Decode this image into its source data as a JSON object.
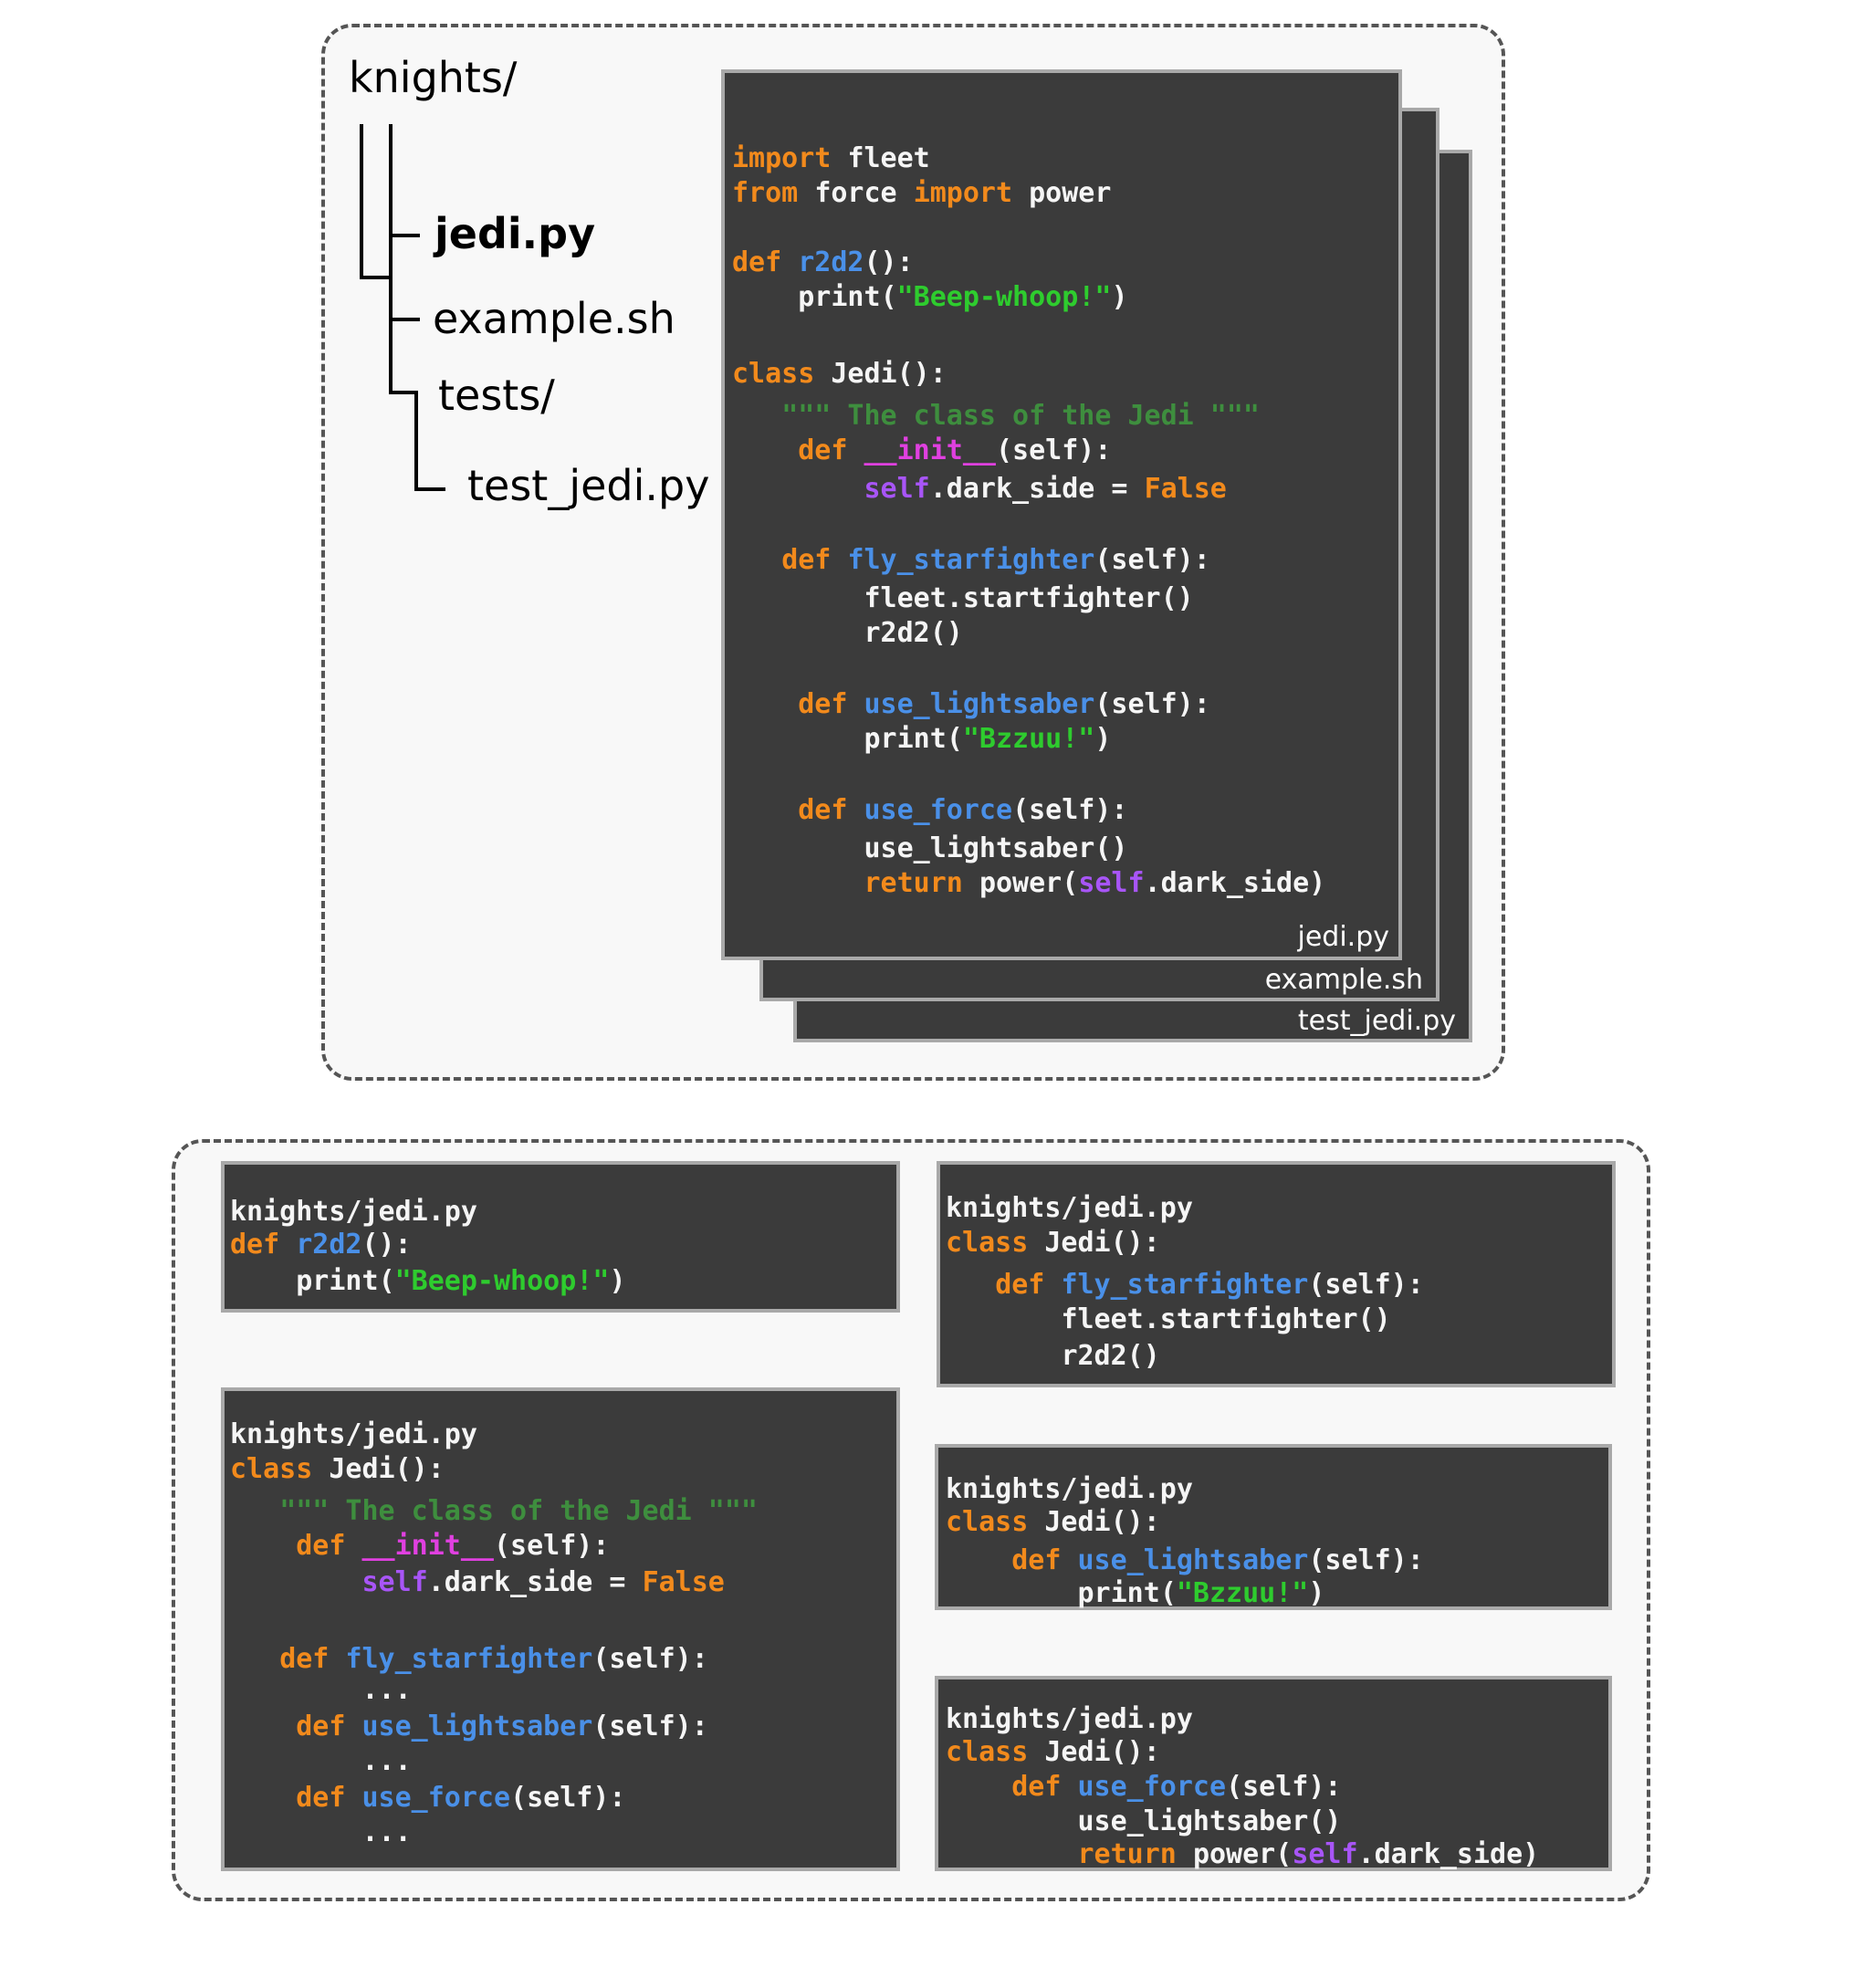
{
  "tree": {
    "root": "knights/",
    "jedi": "jedi.py",
    "example": "example.sh",
    "tests": "tests/",
    "test_jedi": "test_jedi.py"
  },
  "stack": {
    "back_file": "test_jedi.py",
    "middle_file": "example.sh",
    "front_file": "jedi.py"
  },
  "code": {
    "path": "knights/jedi.py",
    "import": "import",
    "from": "from",
    "def": "def",
    "class": "class",
    "return": "return",
    "fleet": "fleet",
    "force": "force",
    "power": "power",
    "r2d2": "r2d2",
    "print": "print",
    "beep": "\"Beep-whoop!\"",
    "jedi_cls": "Jedi",
    "docstring": "\"\"\" The class of the Jedi \"\"\"",
    "init": "__init__",
    "self": "self",
    "dark_side": ".dark_side = ",
    "false": "False",
    "fly": "fly_starfighter",
    "startfighter": "fleet.startfighter()",
    "r2d2_call": "r2d2()",
    "lightsaber": "use_lightsaber",
    "bzzuu": "\"Bzzuu!\"",
    "use_force": "use_force",
    "lightsaber_call": "use_lightsaber()",
    "ellipsis": "...",
    "dark_side_attr": ".dark_side)"
  }
}
